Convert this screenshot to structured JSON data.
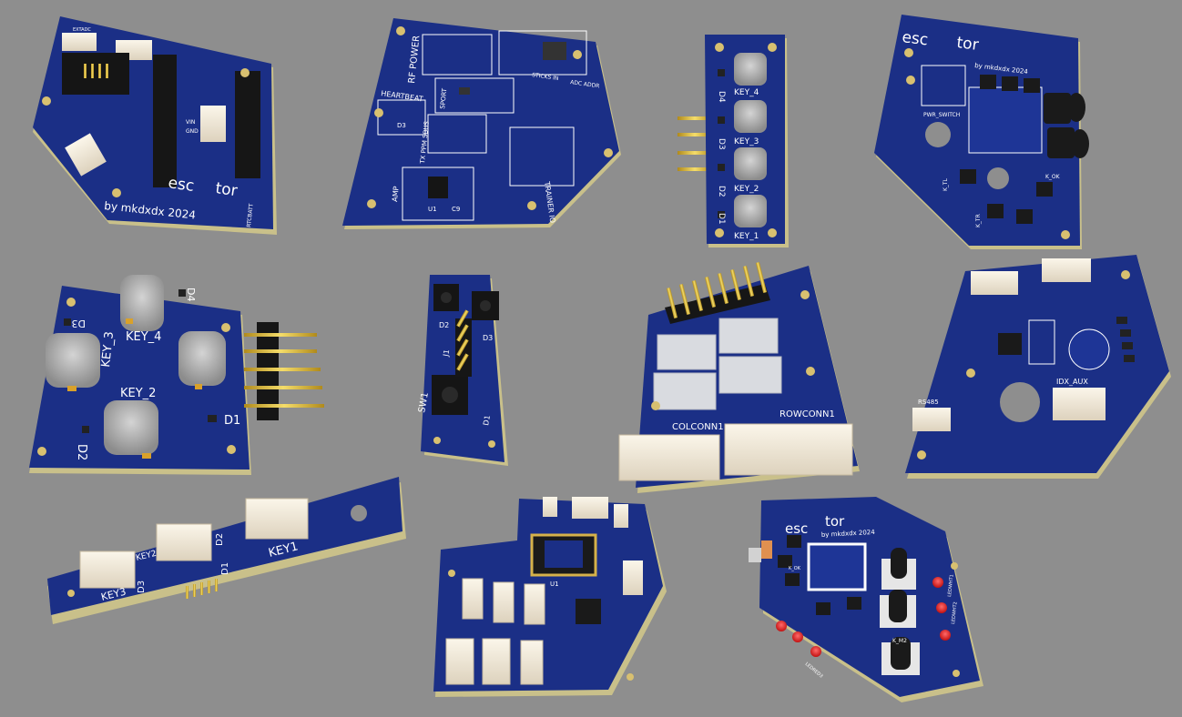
{
  "scene": {
    "background": "#8e8e8e",
    "pcb_color": "#1b2f86",
    "silkscreen_color": "#ffffff",
    "edge_color": "#c9c08a"
  },
  "boards": [
    {
      "id": "main",
      "texts": [
        "by mkdxdx 2024",
        "esc",
        "tor",
        "EXTADC",
        "RTCBATT",
        "GND",
        "VIN"
      ]
    },
    {
      "id": "rf",
      "texts": [
        "RF POWER",
        "HEARTBEAT",
        "SPORT",
        "TX PPM SBUS",
        "AMP",
        "TRAINER IO",
        "STICKS IN",
        "ADC ADDR",
        "U1",
        "D3",
        "C9"
      ]
    },
    {
      "id": "keys-strip",
      "texts": [
        "KEY_4",
        "KEY_3",
        "KEY_2",
        "KEY_1",
        "D4",
        "D3",
        "D2",
        "D1"
      ]
    },
    {
      "id": "gimbal",
      "texts": [
        "esc",
        "tor",
        "by mkdxdx 2024",
        "PWR_SWITCH",
        "K_TL",
        "K_TR",
        "K_OK"
      ]
    },
    {
      "id": "keys-square",
      "texts": [
        "KEY_4",
        "KEY_3",
        "KEY_2",
        "D4",
        "D3",
        "D2",
        "D1"
      ]
    },
    {
      "id": "switch",
      "texts": [
        "SW1",
        "J1",
        "D1",
        "D2",
        "D3"
      ]
    },
    {
      "id": "matrix",
      "texts": [
        "COLCONN1",
        "ROWCONN1"
      ]
    },
    {
      "id": "aux",
      "texts": [
        "IDX_AUX",
        "RS485"
      ]
    },
    {
      "id": "key-bar",
      "texts": [
        "KEY1",
        "KEY3",
        "KEY2",
        "D1",
        "D2",
        "D3"
      ]
    },
    {
      "id": "hub",
      "texts": [
        "U1"
      ]
    },
    {
      "id": "front",
      "texts": [
        "esc",
        "tor",
        "by mkdxdx 2024",
        "K_OK",
        "K_M2",
        "LEDWHT1",
        "LEDWHT2",
        "LEDRED3"
      ]
    }
  ]
}
